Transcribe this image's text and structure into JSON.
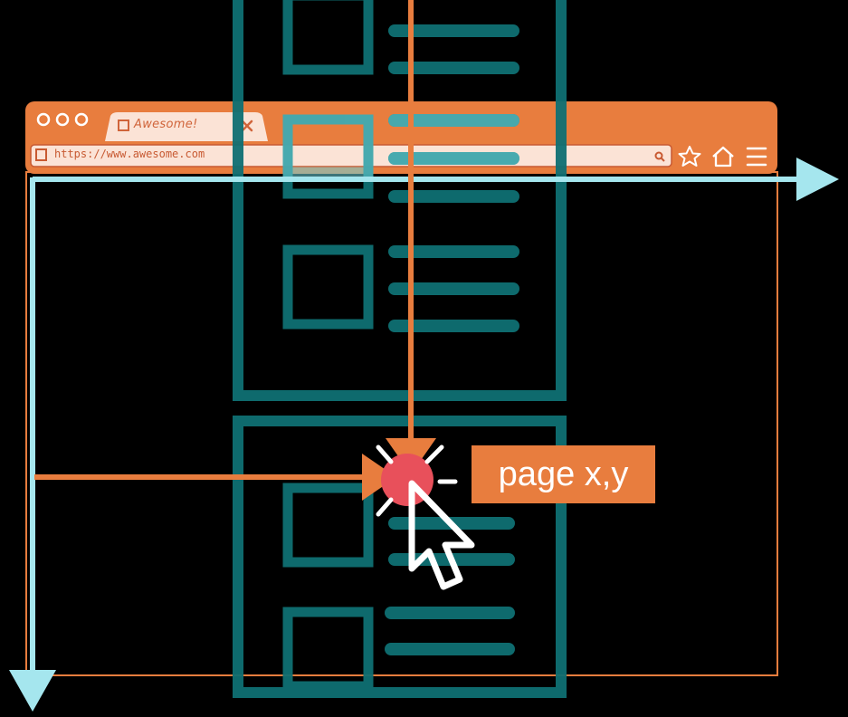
{
  "browser": {
    "tab_title": "Awesome!",
    "url": "https://www.awesome.com"
  },
  "callout": {
    "label": "page x,y"
  },
  "colors": {
    "background": "#000000",
    "browser_chrome": "#e87d3e",
    "tab_bg": "#fbe3d6",
    "page_wireframe": "#0f7073",
    "axis": "#a5e6ee",
    "pointer_lines": "#e87d3e",
    "click_point": "#e8505b",
    "cursor": "#ffffff"
  },
  "icons": [
    "square-tab-icon",
    "close-icon",
    "search-icon",
    "star-icon",
    "home-icon",
    "menu-icon",
    "cursor-icon"
  ]
}
